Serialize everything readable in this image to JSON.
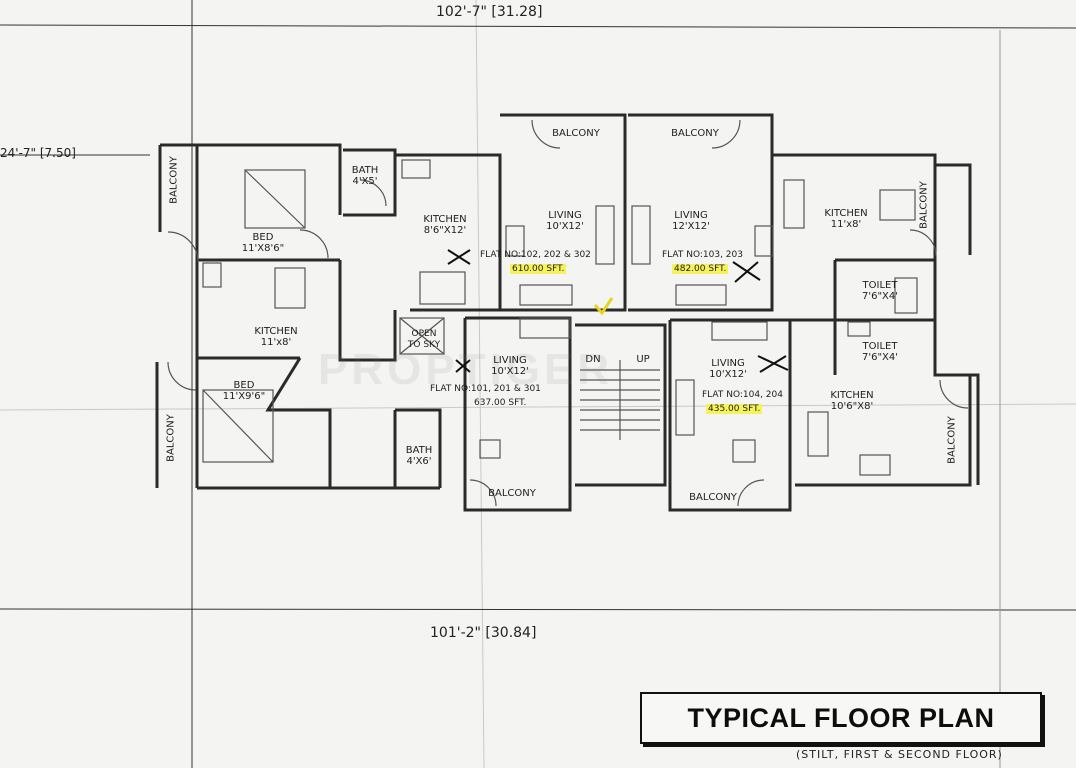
{
  "dimensions": {
    "top": "102'-7\" [31.28]",
    "bottom": "101'-2\" [30.84]",
    "left": "24'-7\" [7.50]"
  },
  "rooms": {
    "balcony_tl": "BALCONY",
    "bed1": "BED",
    "bed1_size": "11'X8'6\"",
    "bath1": "BATH",
    "bath1_size": "4'X5'",
    "kitchen1": "KITCHEN",
    "kitchen1_size": "8'6\"X12'",
    "balcony_t1": "BALCONY",
    "balcony_t2": "BALCONY",
    "living1": "LIVING",
    "living1_size": "10'X12'",
    "living2": "LIVING",
    "living2_size": "12'X12'",
    "kitchen2": "KITCHEN",
    "kitchen2_size": "11'x8'",
    "balcony_tr": "BALCONY",
    "kitchen3": "KITCHEN",
    "kitchen3_size": "11'x8'",
    "open_sky": "OPEN",
    "open_sky2": "TO SKY",
    "living3": "LIVING",
    "living3_size": "10'X12'",
    "dn": "DN",
    "up": "UP",
    "living4": "LIVING",
    "living4_size": "10'X12'",
    "toilet1": "TOILET",
    "toilet1_size": "7'6\"X4'",
    "toilet2": "TOILET",
    "toilet2_size": "7'6\"X4'",
    "bed2": "BED",
    "bed2_size": "11'X9'6\"",
    "balcony_bl": "BALCONY",
    "bath2": "BATH",
    "bath2_size": "4'X6'",
    "kitchen4": "KITCHEN",
    "kitchen4_size": "10'6\"X8'",
    "balcony_br": "BALCONY",
    "balcony_b1": "BALCONY",
    "balcony_b2": "BALCONY"
  },
  "flats": {
    "f102": "FLAT NO:102, 202 & 302",
    "f102_area": "610.00 SFT.",
    "f103": "FLAT NO:103, 203",
    "f103_area": "482.00 SFT.",
    "f101": "FLAT NO:101, 201 & 301",
    "f101_area": "637.00 SFT.",
    "f104": "FLAT NO:104, 204",
    "f104_area": "435.00 SFT."
  },
  "watermark": "PROPTIGER",
  "title": "TYPICAL FLOOR PLAN",
  "subtitle": "(STILT, FIRST & SECOND FLOOR)",
  "colors": {
    "highlight": "#f6f25a",
    "ink": "#1a1a1a",
    "paper": "#f4f4f2"
  }
}
